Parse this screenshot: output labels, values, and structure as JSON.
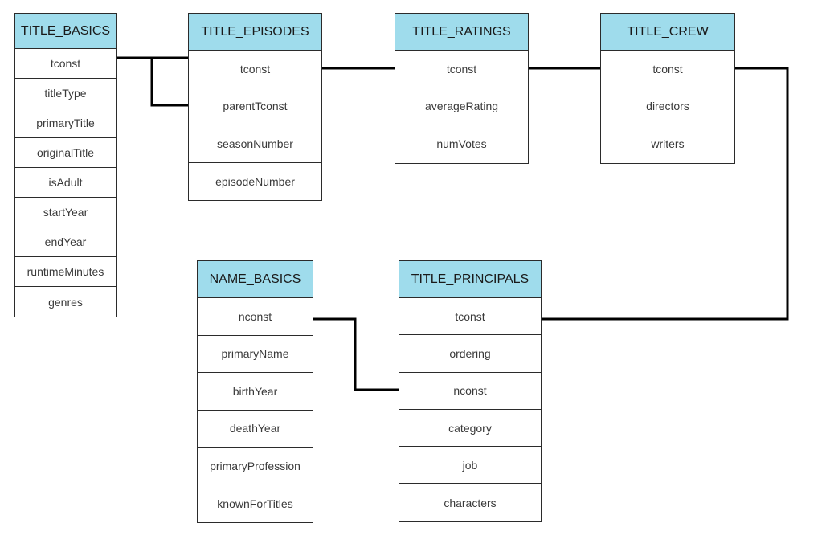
{
  "colors": {
    "header_fill": "#9fdcec",
    "border": "#2b2b2b",
    "connector": "#000000"
  },
  "entities": [
    {
      "id": "title_basics",
      "name": "TITLE_BASICS",
      "fields": [
        "tconst",
        "titleType",
        "primaryTitle",
        "originalTitle",
        "isAdult",
        "startYear",
        "endYear",
        "runtimeMinutes",
        "genres"
      ]
    },
    {
      "id": "title_episodes",
      "name": "TITLE_EPISODES",
      "fields": [
        "tconst",
        "parentTconst",
        "seasonNumber",
        "episodeNumber"
      ]
    },
    {
      "id": "title_ratings",
      "name": "TITLE_RATINGS",
      "fields": [
        "tconst",
        "averageRating",
        "numVotes"
      ]
    },
    {
      "id": "title_crew",
      "name": "TITLE_CREW",
      "fields": [
        "tconst",
        "directors",
        "writers"
      ]
    },
    {
      "id": "name_basics",
      "name": "NAME_BASICS",
      "fields": [
        "nconst",
        "primaryName",
        "birthYear",
        "deathYear",
        "primaryProfession",
        "knownForTitles"
      ]
    },
    {
      "id": "title_principals",
      "name": "TITLE_PRINCIPALS",
      "fields": [
        "tconst",
        "ordering",
        "nconst",
        "category",
        "job",
        "characters"
      ]
    }
  ],
  "relationships": [
    {
      "from": "title_basics.tconst",
      "to": "title_episodes.tconst"
    },
    {
      "from": "title_basics.tconst",
      "to": "title_episodes.parentTconst"
    },
    {
      "from": "title_episodes.tconst",
      "to": "title_ratings.tconst"
    },
    {
      "from": "title_ratings.tconst",
      "to": "title_crew.tconst"
    },
    {
      "from": "title_crew.tconst",
      "to": "title_principals.tconst"
    },
    {
      "from": "name_basics.nconst",
      "to": "title_principals.nconst"
    }
  ]
}
